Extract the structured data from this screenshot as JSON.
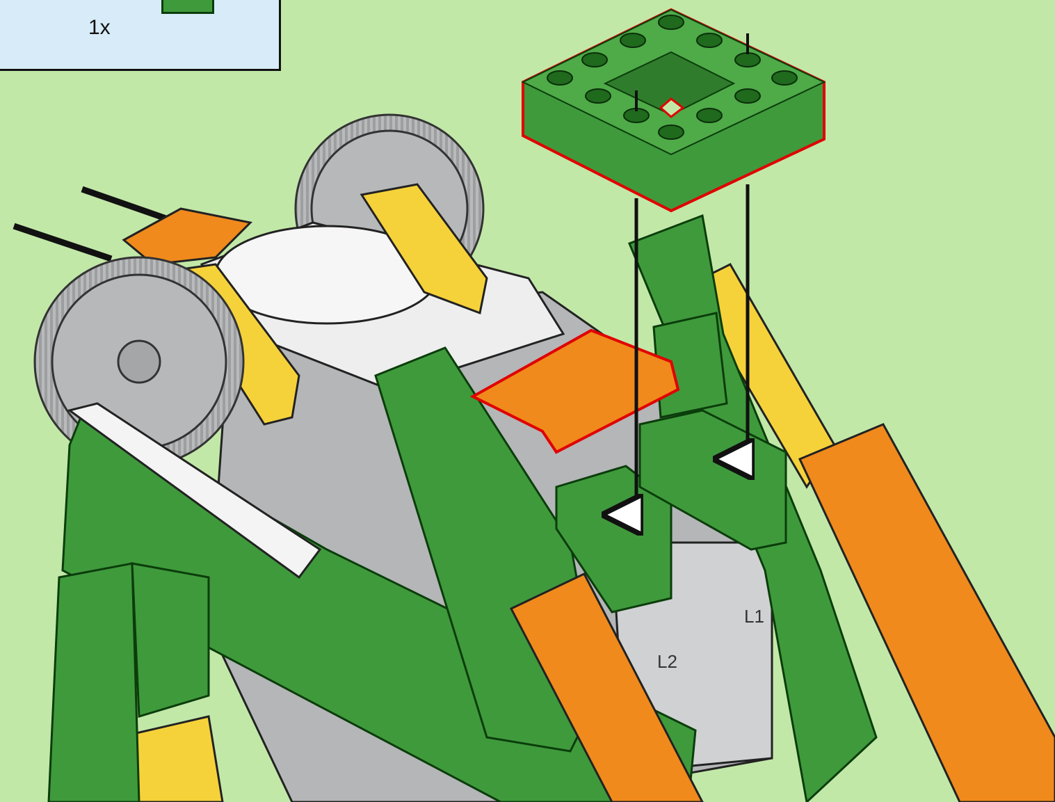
{
  "callout": {
    "quantity": "1x"
  },
  "port_labels": {
    "left": "L2",
    "right": "L1"
  },
  "colors": {
    "background": "#c2e8a8",
    "callout_background": "#d7ebf8",
    "brick_green": "#3f9a3c",
    "brick_orange": "#f08a1c",
    "brick_yellow": "#f6d23a",
    "brick_white": "#f4f4f4",
    "brick_gray": "#a9abad",
    "highlight_outline": "#e00000",
    "arrow": "#111111"
  },
  "icons": [
    "green-4x4-frame-brick",
    "orange-2x4-plate",
    "gear-wheel-icon",
    "down-arrow-icon",
    "smarthub-motor"
  ]
}
